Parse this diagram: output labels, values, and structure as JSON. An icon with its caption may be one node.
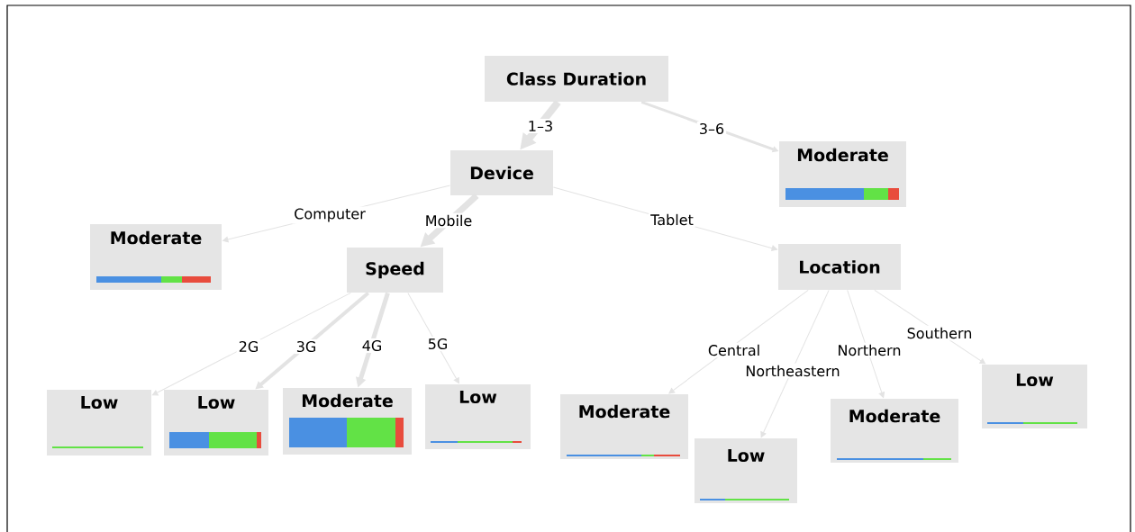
{
  "diagram": {
    "nodes": [
      {
        "text": [
          "Class Duration"
        ]
      },
      {
        "text": [
          "Device"
        ]
      },
      {
        "text": [
          "Moderate"
        ]
      },
      {
        "text": [
          "Moderate"
        ]
      },
      {
        "text": [
          "Speed"
        ]
      },
      {
        "text": [
          "Location"
        ]
      },
      {
        "text": [
          "Low"
        ]
      },
      {
        "text": [
          "Low"
        ]
      },
      {
        "text": [
          "Moderate"
        ]
      },
      {
        "text": [
          "Low"
        ]
      },
      {
        "text": [
          "Moderate"
        ]
      },
      {
        "text": [
          "Low"
        ]
      },
      {
        "text": [
          "Moderate"
        ]
      },
      {
        "text": [
          "Low"
        ]
      }
    ],
    "edges": [
      {
        "from": 0,
        "to": 1,
        "arrow": "to",
        "label": "1–3",
        "style": "thick"
      },
      {
        "from": 0,
        "to": 2,
        "arrow": "to",
        "label": "3–6",
        "style": "thick"
      },
      {
        "from": 1,
        "to": 3,
        "arrow": "to",
        "label": "Computer"
      },
      {
        "from": 1,
        "to": 4,
        "arrow": "to",
        "label": "Mobile",
        "style": "thick"
      },
      {
        "from": 1,
        "to": 5,
        "arrow": "to",
        "label": "Tablet"
      },
      {
        "from": 4,
        "to": 6,
        "arrow": "to",
        "label": "2G"
      },
      {
        "from": 4,
        "to": 7,
        "arrow": "to",
        "label": "3G",
        "style": "thick"
      },
      {
        "from": 4,
        "to": 8,
        "arrow": "to",
        "label": "4G",
        "style": "thick"
      },
      {
        "from": 4,
        "to": 9,
        "arrow": "to",
        "label": "5G"
      },
      {
        "from": 5,
        "to": 10,
        "arrow": "to",
        "label": "Central"
      },
      {
        "from": 5,
        "to": 11,
        "arrow": "to",
        "label": "Northeastern"
      },
      {
        "from": 5,
        "to": 12,
        "arrow": "to",
        "label": "Northern"
      },
      {
        "from": 5,
        "to": 13,
        "arrow": "to",
        "label": "Southern"
      }
    ]
  }
}
